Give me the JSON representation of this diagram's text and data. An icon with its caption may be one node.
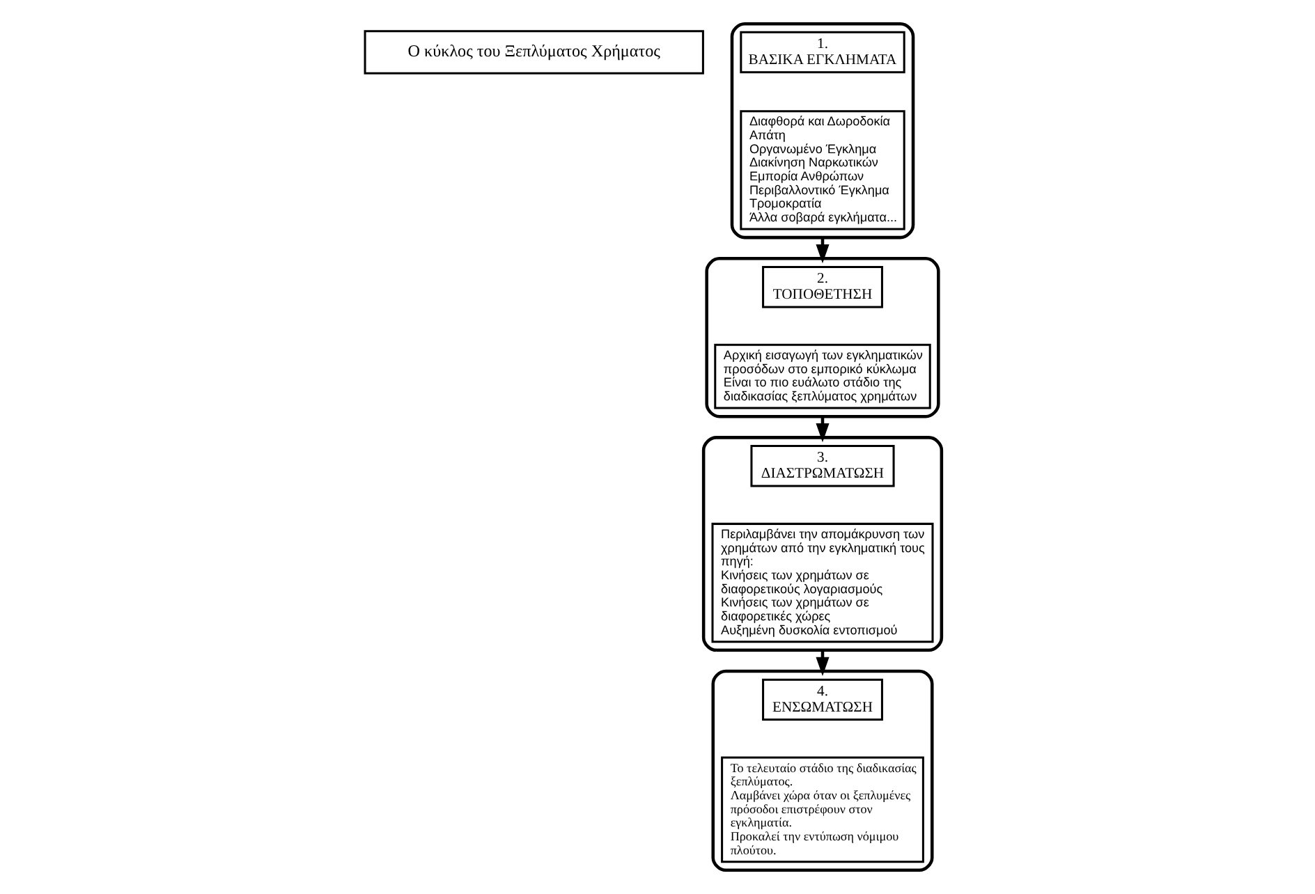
{
  "diagram": {
    "nodes": [
      {
        "text": [
          "Ο κύκλος του Ξεπλύματος Χρήματος"
        ]
      },
      {
        "text": [],
        "shape": "ellipse"
      },
      {
        "text": [
          "1.",
          "ΒΑΣΙΚΑ ΕΓΚΛΗΜΑΤΑ"
        ],
        "in": 1
      },
      {
        "text": [
          "Διαφθορά και Δωροδοκία",
          "Απάτη",
          "Οργανωμένο Έγκλημα",
          "Διακίνηση Ναρκωτικών",
          "Εμπορία Ανθρώπων",
          "Περιβαλλοντικό Έγκλημα",
          "Τρομοκρατία",
          "Άλλα σοβαρά εγκλήματα..."
        ],
        "in": 1
      },
      {
        "text": [],
        "shape": "ellipse"
      },
      {
        "text": [
          "2.",
          "ΤΟΠΟΘΕΤΗΣΗ"
        ],
        "in": 4
      },
      {
        "text": [
          "Αρχική εισαγωγή των εγκληματικών προσόδων στο εμπορικό κύκλωμα",
          "Είναι το πιο ευάλωτο στάδιο της διαδικασίας ξεπλύματος χρημάτων"
        ],
        "in": 4
      },
      {
        "text": [],
        "shape": "ellipse"
      },
      {
        "text": [
          "3.",
          "ΔΙΑΣΤΡΩΜΑΤΩΣΗ"
        ],
        "in": 7
      },
      {
        "text": [
          "Περιλαμβάνει την απομάκρυνση των χρημάτων από την εγκληματική τους πηγή:",
          "Κινήσεις των χρημάτων σε διαφορετικούς λογαριασμούς",
          "Κινήσεις των χρημάτων σε διαφορετικές χώρες",
          "Αυξημένη δυσκολία εντοπισμού"
        ],
        "in": 7
      },
      {
        "text": [],
        "shape": "ellipse"
      },
      {
        "text": [
          "4.",
          "ΕΝΣΩΜΑΤΩΣΗ"
        ],
        "in": 10
      },
      {
        "text": [
          "Το τελευταίο στάδιο της διαδικασίας ξεπλύματος.",
          "Λαμβάνει χώρα όταν οι ξεπλυμένες πρόσοδοι επιστρέφουν στον εγκληματία.",
          "Προκαλεί την εντύπωση νόμιμου πλούτου."
        ],
        "in": 10
      }
    ],
    "edges": [
      {
        "from": 1,
        "to": 4,
        "arrow": "to"
      },
      {
        "from": 4,
        "to": 7,
        "arrow": "to"
      },
      {
        "from": 7,
        "to": 10,
        "arrow": "to"
      }
    ]
  }
}
